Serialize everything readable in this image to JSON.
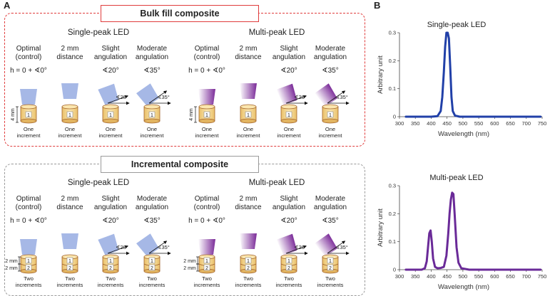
{
  "panel_a": {
    "letter": "A",
    "bulk": {
      "title": "Bulk fill composite",
      "single_label": "Single-peak LED",
      "multi_label": "Multi-peak LED",
      "increment_label": [
        "One",
        "increment"
      ],
      "numbers": [
        "1"
      ]
    },
    "incremental": {
      "title": "Incremental composite",
      "single_label": "Single-peak LED",
      "multi_label": "Multi-peak LED",
      "increment_label": [
        "Two",
        "increments"
      ],
      "numbers": [
        "1",
        "2"
      ]
    },
    "columns": [
      {
        "line1": "Optimal",
        "line2": "(control)",
        "sub": "h = 0 + ∢0°"
      },
      {
        "line1": "2 mm",
        "line2": "distance",
        "sub": ""
      },
      {
        "line1": "Slight",
        "line2": "angulation",
        "sub": "∢20°"
      },
      {
        "line1": "Moderate",
        "line2": "angulation",
        "sub": "∢35°"
      }
    ],
    "dims": {
      "height": "4 mm",
      "layer": "2 mm"
    },
    "angle_marks": [
      "∢20°",
      "∢35°"
    ],
    "colors": {
      "bulk_border": "#e03c3c",
      "incremental_border": "#9a9a9a",
      "single_light": "#a6b8e6",
      "multi_light": "#7a2a98",
      "cylinder": "#f3d68a"
    }
  },
  "panel_b": {
    "letter": "B",
    "colors": {
      "single": "#2140a8",
      "multi": "#6a2a98"
    },
    "chart_data": [
      {
        "type": "line",
        "title": "Single-peak LED",
        "xlabel": "Wavelength (nm)",
        "ylabel": "Arbitrary unit",
        "xlim": [
          300,
          750
        ],
        "ylim": [
          0,
          0.3
        ],
        "xticks": [
          "300",
          "350",
          "400",
          "450",
          "500",
          "550",
          "600",
          "650",
          "700",
          "750"
        ],
        "yticks": [
          "0",
          "0.1",
          "0.2",
          "0.3"
        ],
        "series": [
          {
            "x": [
              320,
              400,
              420,
              430,
              435,
              440,
              444,
              448,
              452,
              456,
              460,
              464,
              468,
              475,
              490,
              550,
              650,
              745
            ],
            "y": [
              0,
              0,
              0.002,
              0.02,
              0.07,
              0.16,
              0.25,
              0.3,
              0.3,
              0.28,
              0.18,
              0.07,
              0.02,
              0.004,
              0,
              0,
              0,
              0
            ]
          }
        ]
      },
      {
        "type": "line",
        "title": "Multi-peak LED",
        "xlabel": "Wavelength (nm)",
        "ylabel": "Arbitrary unit",
        "xlim": [
          300,
          750
        ],
        "ylim": [
          0,
          0.3
        ],
        "xticks": [
          "300",
          "350",
          "400",
          "450",
          "500",
          "550",
          "600",
          "650",
          "700",
          "750"
        ],
        "yticks": [
          "0",
          "0.1",
          "0.2",
          "0.3"
        ],
        "series": [
          {
            "x": [
              320,
              370,
              380,
              386,
              390,
              394,
              398,
              402,
              406,
              412,
              420,
              430,
              440,
              448,
              454,
              458,
              462,
              466,
              470,
              474,
              480,
              486,
              495,
              520,
              600,
              745
            ],
            "y": [
              0,
              0,
              0.005,
              0.03,
              0.08,
              0.13,
              0.14,
              0.1,
              0.04,
              0.01,
              0.005,
              0.006,
              0.01,
              0.05,
              0.13,
              0.2,
              0.25,
              0.275,
              0.27,
              0.2,
              0.08,
              0.025,
              0.005,
              0,
              0,
              0
            ]
          }
        ]
      }
    ]
  }
}
